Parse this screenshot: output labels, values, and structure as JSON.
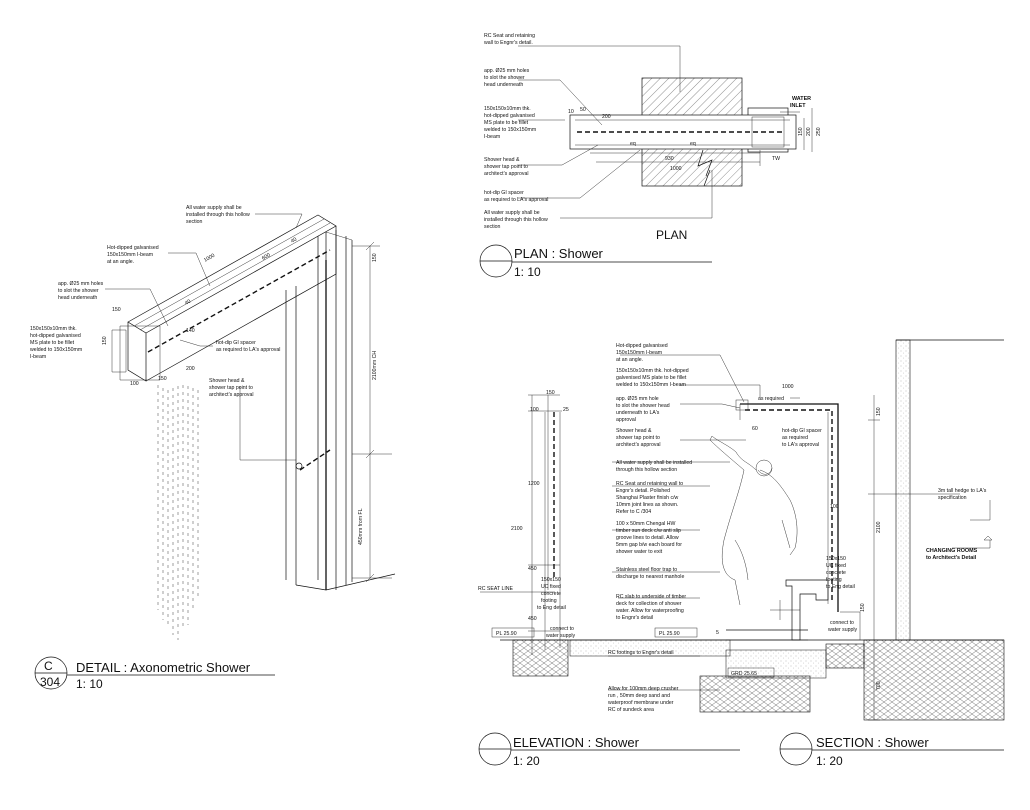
{
  "axon": {
    "notes": {
      "water_supply": [
        "All water supply shall be",
        "installed through this hollow",
        "section"
      ],
      "ibeam": [
        "Hot-dipped galvanised",
        "150x150mm I-beam",
        "at an angle."
      ],
      "holes": [
        "app. Ø25 mm holes",
        "to slot the shower",
        "head underneath"
      ],
      "plate": [
        "150x150x10mm thk.",
        "hot-dipped galvanised",
        "MS plate to be fillet",
        "welded to 150x150mm",
        "I-beam"
      ],
      "spacer": [
        "hot-dip GI spacer",
        "as required to LA's approval"
      ],
      "shower_head": [
        "Shower head &",
        "shower tap point to",
        "architect's approval"
      ]
    },
    "dims": {
      "d1000": "1000",
      "d40a": "40",
      "d40b": "40",
      "d600": "600",
      "d140": "140",
      "d150a": "150",
      "d150b": "150",
      "d200": "200",
      "d100": "100",
      "d150c": "150"
    },
    "vertical_dims": {
      "top": "150",
      "ch": "2100mm CH",
      "fl": "450mm from FL"
    },
    "title": {
      "letter": "C",
      "sheet": "304",
      "text": "DETAIL : Axonometric Shower",
      "scale": "1: 10"
    }
  },
  "plan": {
    "notes": {
      "seat": [
        "RC Seat and retaining",
        "wall to Engnr's detail."
      ],
      "holes": [
        "app. Ø25 mm holes",
        "to slot the shower",
        "head underneath"
      ],
      "plate": [
        "150x150x10mm thk.",
        "hot-dipped galvanised",
        "MS plate to be fillet",
        "welded to 150x150mm",
        "I-beam"
      ],
      "shower_head": [
        "Shower head &",
        "shower tap point to",
        "architect's approval"
      ],
      "spacer": [
        "hot-dip GI spacer",
        "as required to LA's approval"
      ],
      "water_supply": [
        "All water supply shall be",
        "installed through this hollow",
        "section"
      ]
    },
    "inlet": [
      "WATER",
      "INLET"
    ],
    "dims": {
      "d10": "10",
      "d50": "50",
      "d200": "200",
      "d930": "930",
      "d1000": "1000",
      "eq1": "eq",
      "eq2": "eq",
      "d150": "150",
      "d200b": "200",
      "d250": "250",
      "tw": "TW"
    },
    "label": "PLAN",
    "title": {
      "text": "PLAN : Shower",
      "scale": "1: 10"
    }
  },
  "elevation": {
    "notes": {
      "ibeam": [
        "Hot-dipped galvanised",
        "150x150mm I-beam",
        "at an angle."
      ],
      "plate": [
        "150x150x10mm thk. hot-dipped",
        "galvenised MS plate to be fillet",
        "welded to 150x150mm I-beam"
      ],
      "holes": [
        "app. Ø25 mm hole",
        "to slot the shower head",
        "underneath to LA's",
        "approval"
      ],
      "shower_head": [
        "Shower head &",
        "shower tap point to",
        "architect's approval"
      ],
      "water_supply": [
        "All water supply shall be installed",
        "through this hollow section"
      ],
      "seat": [
        "RC Seat and retaining wall to",
        "Engnr's detail. Polished",
        "Shanghai Plaster finish c/w",
        "10mm joint lines as shown.",
        "Refer to C /304"
      ],
      "deck": [
        "100 x 50mm Chengal HW",
        "timber sun deck c/w anti slip",
        "groove lines to detail. Allow",
        "5mm gap b/w each board for",
        "shower water to exit"
      ],
      "trap": [
        "Stainless steel floor trap to",
        "discharge to nearest manhole"
      ],
      "slab": [
        "RC slab to underside of timber",
        "deck for collection of shower",
        "water. Allow for waterproofing",
        "to Engnr's detail"
      ],
      "footings": [
        "RC footings to Engnr's detail"
      ],
      "crusher": [
        "Allow for 100mm deep crusher",
        "run , 50mm deep sand and",
        "waterproof membrane under",
        "RC of sundeck area"
      ],
      "spacer": [
        "hot-dip GI spacer",
        "as required",
        "to LA's approval"
      ],
      "asreq": [
        "as required"
      ],
      "ucf_left": [
        "150x150",
        "UC fixed",
        "concrete",
        "footing",
        "to Eng detail"
      ],
      "ucf_right": [
        "150x150",
        "UC fixed",
        "concrete",
        "footing",
        "to Eng detail"
      ],
      "connect_left": [
        "connect to",
        "water supply"
      ],
      "connect_right": [
        "connect to",
        "water supply"
      ],
      "hedge": [
        "3m tall hedge to LA's",
        "specification"
      ],
      "changing": [
        "CHANGING ROOMS",
        "to Architect's Detail"
      ]
    },
    "levels": {
      "rc_seat": "RC SEAT LINE",
      "pl_left": "PL 25.90",
      "pl_mid": "PL 25.90",
      "grd": "GRD 25.65"
    },
    "dims": {
      "d150top": "150",
      "d100": "100",
      "d25": "25",
      "d1200": "1200",
      "d2100": "2100",
      "d450a": "450",
      "d450b": "450",
      "d1000": "1000",
      "d60": "60",
      "d100b": "100",
      "d150r": "150",
      "d2100r": "2100",
      "d150x": "150",
      "d700": "700",
      "d5": "5"
    },
    "title": {
      "text": "ELEVATION : Shower",
      "scale": "1: 20"
    },
    "section_title": {
      "text": "SECTION : Shower",
      "scale": "1: 20"
    }
  }
}
